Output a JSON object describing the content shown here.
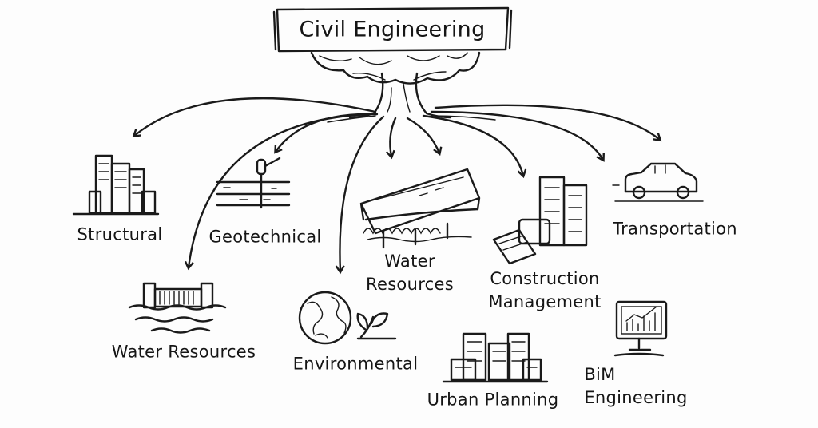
{
  "title": "Civil Engineering",
  "branches": {
    "structural": "Structural",
    "geotechnical": "Geotechnical",
    "water_resources_bridge": [
      "Water",
      "Resources"
    ],
    "construction_management": [
      "Construction",
      "Management"
    ],
    "transportation": "Transportation",
    "water_resources": "Water Resources",
    "environmental": "Environmental",
    "urban_planning": "Urban Planning",
    "bim_engineering": [
      "BiM",
      "Engineering"
    ]
  }
}
